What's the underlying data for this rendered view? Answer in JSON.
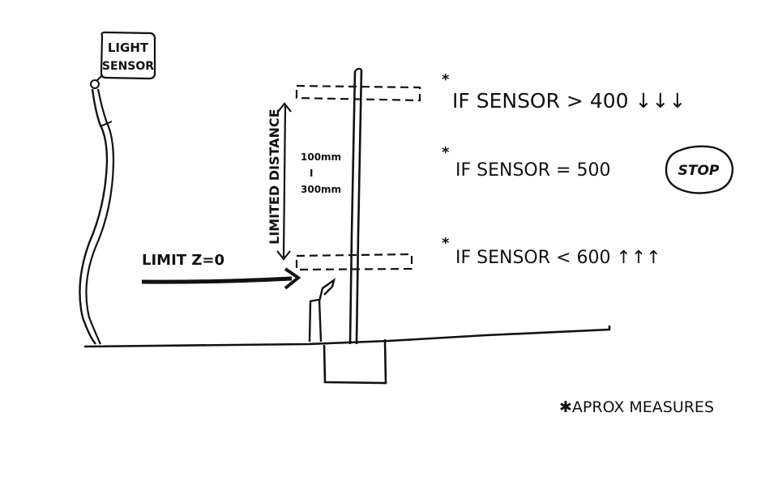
{
  "labels": {
    "light_sensor_line1": "LIGHT",
    "light_sensor_line2": "SENSOR",
    "limited_distance": "LIMITED DISTANCE",
    "range_top": "100mm",
    "range_sep": "I",
    "range_bottom": "300mm",
    "limit": "LIMIT Z=0",
    "rule_upper": "IF SENSOR > 400 ↓↓↓",
    "rule_middle": "IF SENSOR = 500",
    "stop": "STOP",
    "rule_lower": "IF SENSOR < 600 ↑↑↑",
    "asterisk": "*",
    "note": "✱APROX MEASURES"
  },
  "colors": {
    "ink": "#111111",
    "background": "#ffffff"
  }
}
